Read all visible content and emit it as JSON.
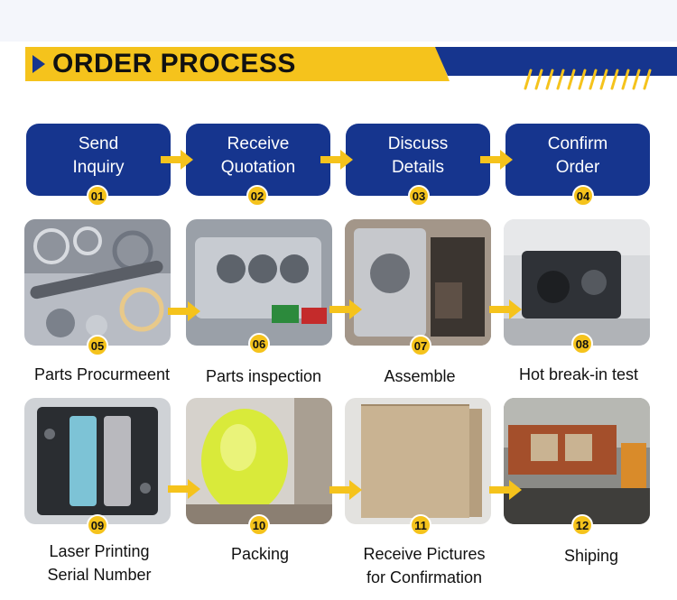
{
  "title": "ORDER PROCESS",
  "colors": {
    "navy": "#16358e",
    "yellow": "#f5c31c"
  },
  "steps": [
    {
      "num": "01",
      "line1": "Send",
      "line2": "Inquiry"
    },
    {
      "num": "02",
      "line1": "Receive",
      "line2": "Quotation"
    },
    {
      "num": "03",
      "line1": "Discuss",
      "line2": "Details"
    },
    {
      "num": "04",
      "line1": "Confirm",
      "line2": "Order"
    }
  ],
  "photos": [
    {
      "num": "05",
      "caption": "Parts Procurmeent"
    },
    {
      "num": "06",
      "caption": "Parts inspection"
    },
    {
      "num": "07",
      "caption": "Assemble"
    },
    {
      "num": "08",
      "caption": "Hot break-in test"
    },
    {
      "num": "09",
      "caption1": "Laser Printing",
      "caption2": "Serial Number"
    },
    {
      "num": "10",
      "caption": "Packing"
    },
    {
      "num": "11",
      "caption1": "Receive Pictures",
      "caption2": "for Confirmation"
    },
    {
      "num": "12",
      "caption": "Shiping"
    }
  ]
}
